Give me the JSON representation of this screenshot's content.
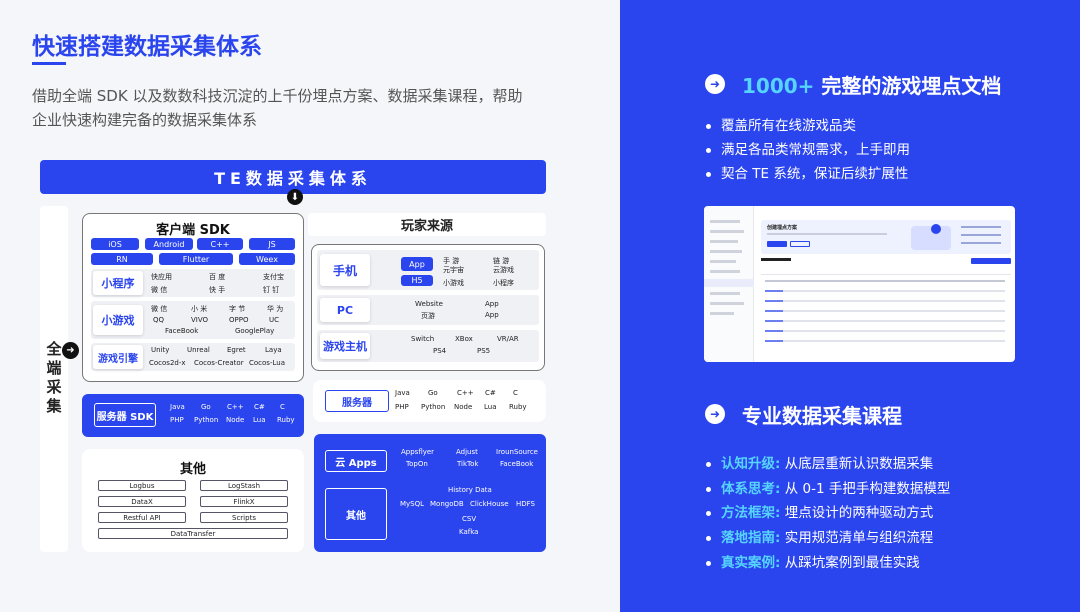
{
  "left": {
    "title": "快速搭建数据采集体系",
    "description": "借助全端 SDK 以及数数科技沉淀的上千份埋点方案、数据采集课程，帮助企业快速构建完备的数据采集体系",
    "banner": "TE数据采集体系",
    "full_collection": "全端采集",
    "client_sdk": {
      "title": "客户端 SDK",
      "pills": [
        "iOS",
        "Android",
        "C++",
        "JS",
        "RN",
        "Flutter",
        "Weex"
      ],
      "rows": [
        {
          "label": "小程序",
          "items": [
            "快应用",
            "百 度",
            "支付宝",
            "微 信",
            "快 手",
            "钉 钉"
          ]
        },
        {
          "label": "小游戏",
          "items": [
            "微 信",
            "小 米",
            "字 节",
            "华 为",
            "QQ",
            "VIVO",
            "OPPO",
            "UC",
            "FaceBook",
            "GooglePlay"
          ]
        },
        {
          "label": "游戏引擎",
          "items": [
            "Unity",
            "Unreal",
            "Egret",
            "Laya",
            "Cocos2d-x",
            "Cocos-Creator",
            "Cocos-Lua"
          ]
        }
      ]
    },
    "server_sdk": {
      "label": "服务器 SDK",
      "items": [
        "Java",
        "Go",
        "C++",
        "C#",
        "C",
        "PHP",
        "Python",
        "Node",
        "Lua",
        "Ruby"
      ]
    },
    "other": {
      "title": "其他",
      "items": [
        "Logbus",
        "LogStash",
        "DataX",
        "FlinkX",
        "Restful API",
        "Scripts",
        "DataTransfer"
      ]
    },
    "player_source": {
      "title": "玩家来源",
      "rows": [
        {
          "label": "手机",
          "items": [
            "App",
            "H5",
            "手 游",
            "链 游",
            "元宇宙",
            "云游戏",
            "小游戏",
            "小程序"
          ]
        },
        {
          "label": "PC",
          "items": [
            "Website",
            "App",
            "页游",
            "App"
          ]
        },
        {
          "label": "游戏主机",
          "items": [
            "Switch",
            "XBox",
            "VR/AR",
            "PS4",
            "PS5"
          ]
        }
      ]
    },
    "server": {
      "label": "服务器",
      "items": [
        "Java",
        "Go",
        "C++",
        "C#",
        "C",
        "PHP",
        "Python",
        "Node",
        "Lua",
        "Ruby"
      ]
    },
    "cloud": {
      "apps_label": "云 Apps",
      "apps": [
        "Appsflyer",
        "Adjust",
        "IrounSource",
        "TopOn",
        "TikTok",
        "FaceBook"
      ],
      "other_label": "其他",
      "other": [
        "History Data",
        "MySQL",
        "MongoDB",
        "ClickHouse",
        "HDFS",
        "CSV",
        "Kafka"
      ]
    }
  },
  "right": {
    "section1": {
      "number": "1000+",
      "heading": " 完整的游戏埋点文档",
      "bullets": [
        "覆盖所有在线游戏品类",
        "满足各品类常规需求，上手即用",
        "契合 TE 系统，保证后续扩展性"
      ]
    },
    "screenshot": {
      "title": "创建埋点方案"
    },
    "section2": {
      "heading": "专业数据采集课程",
      "bullets": [
        {
          "key": "认知升级:",
          "text": " 从底层重新认识数据采集"
        },
        {
          "key": "体系思考:",
          "text": " 从 0-1 手把手构建数据模型"
        },
        {
          "key": "方法框架:",
          "text": " 埋点设计的两种驱动方式"
        },
        {
          "key": "落地指南:",
          "text": " 实用规范清单与组织流程"
        },
        {
          "key": "真实案例:",
          "text": " 从踩坑案例到最佳实践"
        }
      ]
    }
  },
  "colors": {
    "primary": "#2b45ee",
    "accent": "#56d4ff",
    "background": "#f4f6fa"
  }
}
